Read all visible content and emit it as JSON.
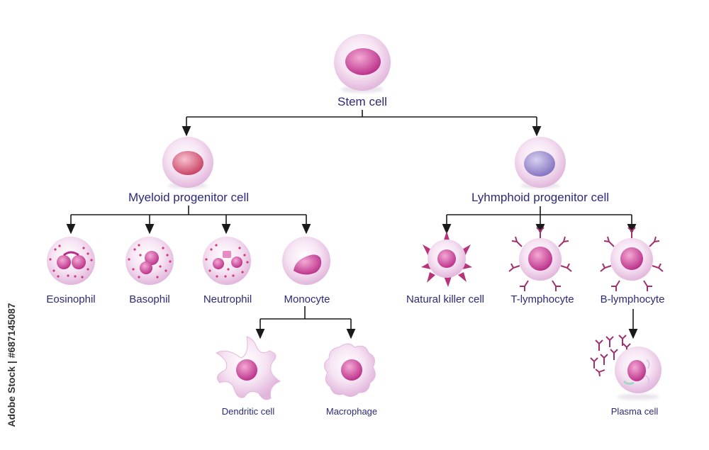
{
  "title": "",
  "nodes": {
    "stem_cell": "Stem cell",
    "myeloid": "Myeloid progenitor cell",
    "lymphoid": "Lyhmphoid progenitor cell",
    "eosinophil": "Eosinophil",
    "basophil": "Basophil",
    "neutrophil": "Neutrophil",
    "monocyte": "Monocyte",
    "nk_cell": "Natural killer cell",
    "t_lymphocyte": "T-lymphocyte",
    "b_lymphocyte": "B-lymphocyte",
    "dendritic": "Dendritic cell",
    "macrophage": "Macrophage",
    "plasma": "Plasma cell"
  },
  "watermark_text": "Adobe Stock | #687145087",
  "colors": {
    "label": "#2b2a78",
    "arrow": "#1a1a1a",
    "cell_membrane": "#f3dcef",
    "nucleus_magenta": "#c2388f",
    "nucleus_red": "#d34a6a",
    "nucleus_violet": "#8f7fc8",
    "spike": "#a2306f"
  }
}
